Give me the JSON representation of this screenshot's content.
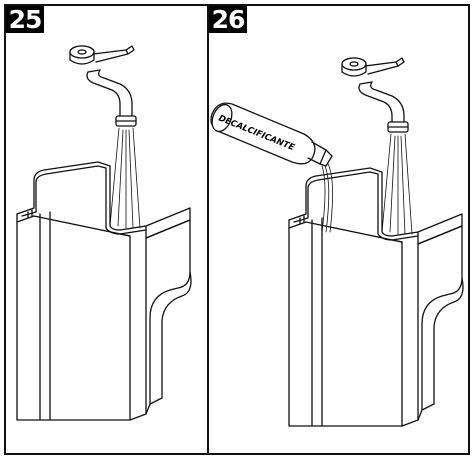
{
  "panels": [
    {
      "step": "25"
    },
    {
      "step": "26"
    }
  ],
  "bottle": {
    "label": "DECALCIFICANTE"
  }
}
